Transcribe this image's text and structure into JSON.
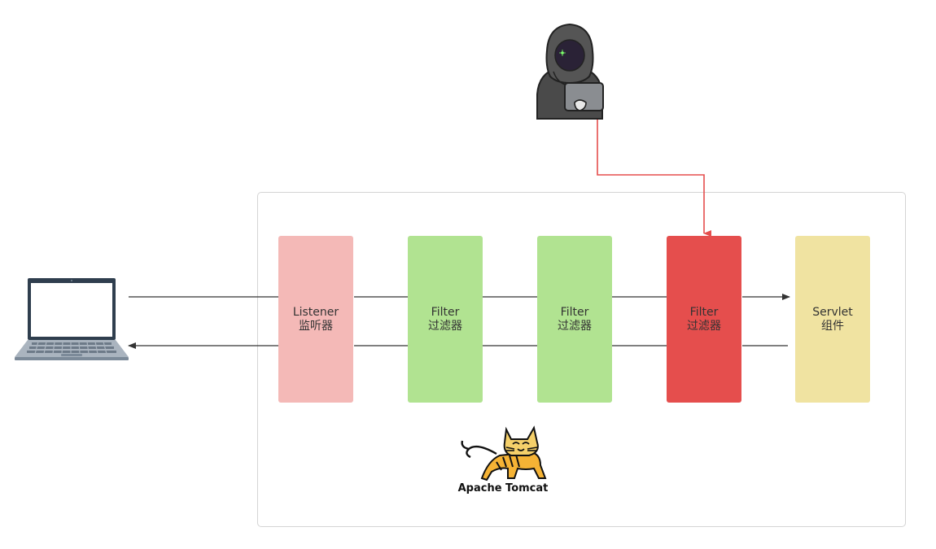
{
  "colors": {
    "listener": "#f4b9b7",
    "filter": "#b1e391",
    "filter_active": "#e54e4d",
    "servlet": "#f0e3a1",
    "attack_line": "#e54e4d",
    "flow_line": "#333333"
  },
  "blocks": [
    {
      "line1": "Listener",
      "line2": "监听器"
    },
    {
      "line1": "Filter",
      "line2": "过滤器"
    },
    {
      "line1": "Filter",
      "line2": "过滤器"
    },
    {
      "line1": "Filter",
      "line2": "过滤器"
    },
    {
      "line1": "Servlet",
      "line2": "组件"
    }
  ],
  "logo": {
    "text": "Apache Tomcat",
    "icon": "tomcat-cat-icon"
  },
  "icons": [
    "laptop-icon",
    "hacker-icon",
    "tomcat-cat-icon"
  ]
}
